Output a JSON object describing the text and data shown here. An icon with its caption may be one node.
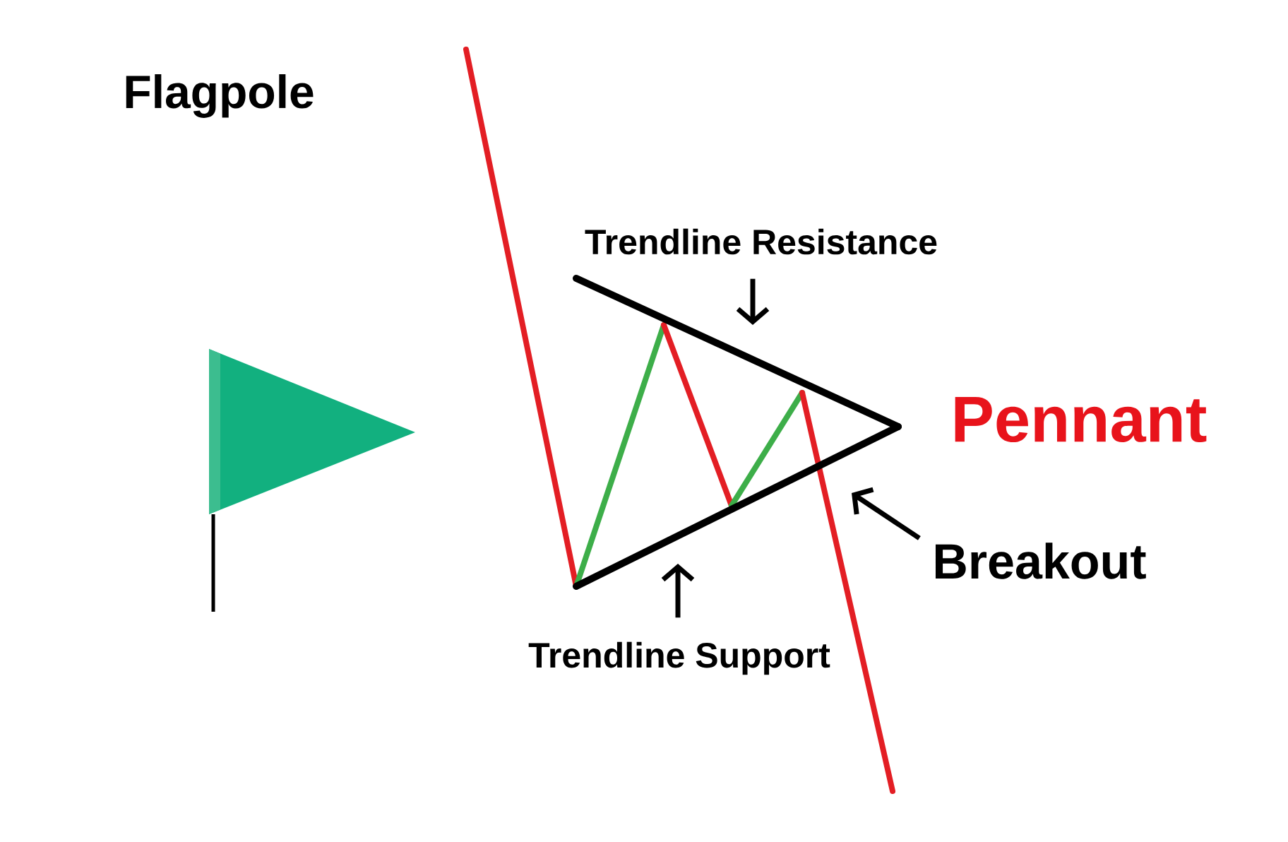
{
  "diagram": {
    "nodes": [
      {
        "text": [
          "Trendline Resistance"
        ]
      },
      {
        "text": [
          "Breakout"
        ]
      },
      {
        "text": [
          "Trendline Support"
        ]
      }
    ],
    "edges": [
      {
        "from": 0,
        "to": null,
        "arrow": "to"
      },
      {
        "from": 1,
        "to": null,
        "arrow": "to"
      },
      {
        "from": 2,
        "to": null,
        "arrow": "to"
      }
    ],
    "labels": [
      "Flagpole",
      "Pennant"
    ]
  }
}
